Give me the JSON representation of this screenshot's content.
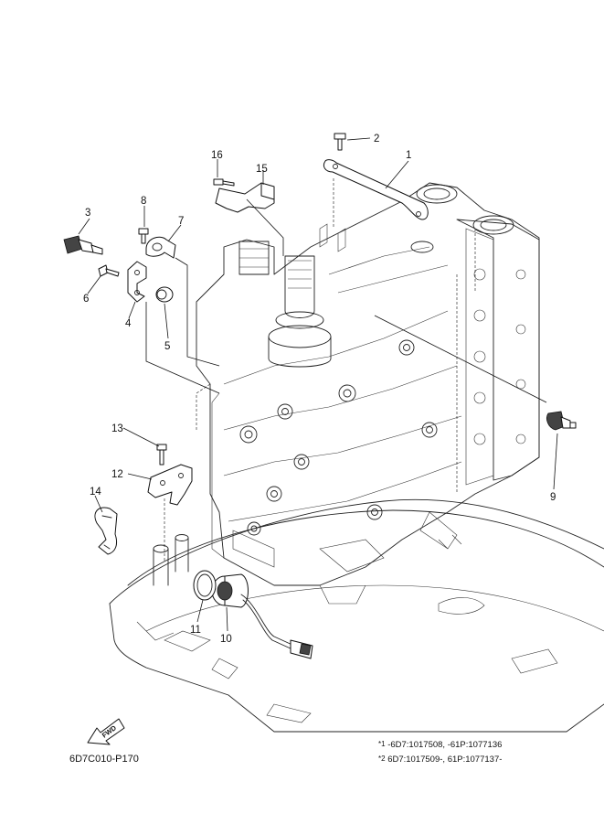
{
  "diagram": {
    "code": "6D7C010-P170",
    "fwd_label": "FWD",
    "callouts": [
      {
        "id": "c1",
        "label": "1"
      },
      {
        "id": "c2",
        "label": "2"
      },
      {
        "id": "c3",
        "label": "3"
      },
      {
        "id": "c4",
        "label": "4"
      },
      {
        "id": "c5",
        "label": "5"
      },
      {
        "id": "c6",
        "label": "6"
      },
      {
        "id": "c7",
        "label": "7"
      },
      {
        "id": "c8",
        "label": "8"
      },
      {
        "id": "c9",
        "label": "9"
      },
      {
        "id": "c10",
        "label": "10"
      },
      {
        "id": "c11",
        "label": "11"
      },
      {
        "id": "c12",
        "label": "12"
      },
      {
        "id": "c13",
        "label": "13"
      },
      {
        "id": "c14",
        "label": "14"
      },
      {
        "id": "c15",
        "label": "15"
      },
      {
        "id": "c16",
        "label": "16"
      }
    ],
    "notes": [
      {
        "mark": "*1",
        "text": "-6D7:1017508, -61P:1077136"
      },
      {
        "mark": "*2",
        "text": "6D7:1017509-, 61P:1077137-"
      }
    ]
  }
}
